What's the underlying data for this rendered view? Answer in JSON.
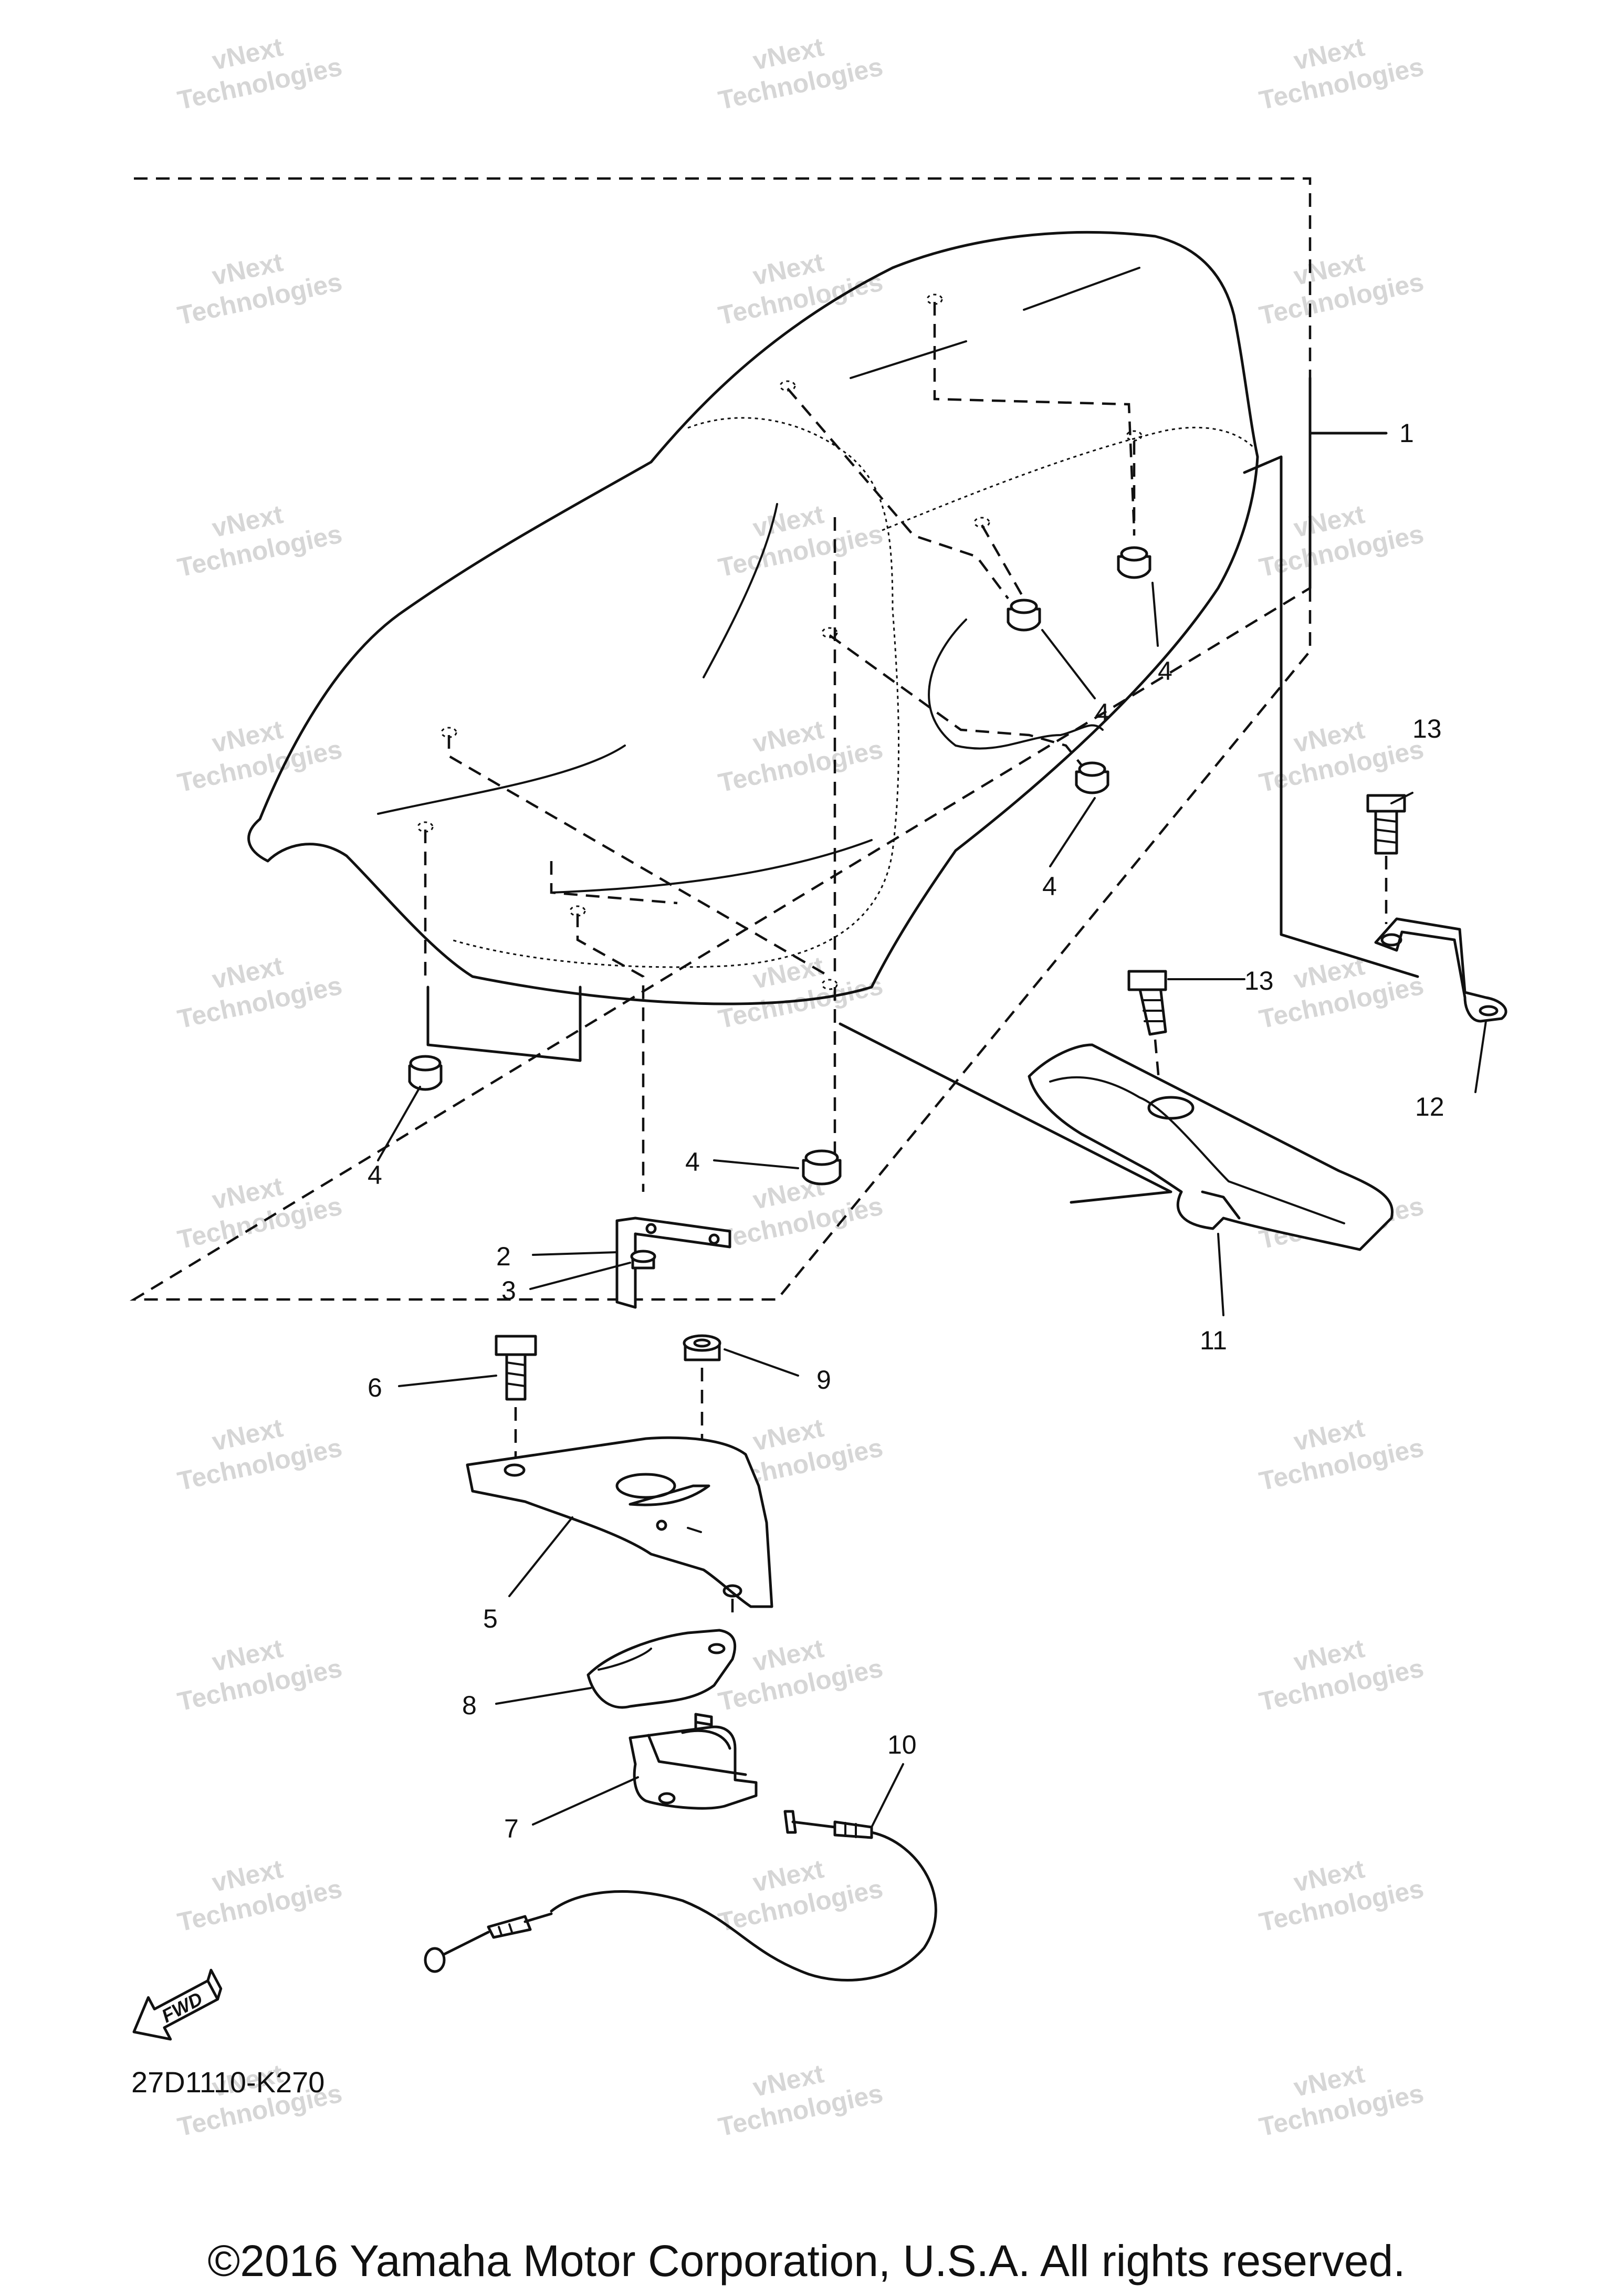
{
  "diagram": {
    "callouts": {
      "c1": "1",
      "c2": "2",
      "c3": "3",
      "c4a": "4",
      "c4b": "4",
      "c4c": "4",
      "c4d": "4",
      "c4e": "4",
      "c5": "5",
      "c6": "6",
      "c7": "7",
      "c8": "8",
      "c9": "9",
      "c10": "10",
      "c11": "11",
      "c12": "12",
      "c13a": "13",
      "c13b": "13"
    },
    "fwd_label": "FWD",
    "diagram_code": "27D1110-K270",
    "copyright": "©2016 Yamaha Motor Corporation, U.S.A. All rights reserved.",
    "watermark": {
      "line1": "vNext",
      "line2": "Technologies"
    }
  }
}
